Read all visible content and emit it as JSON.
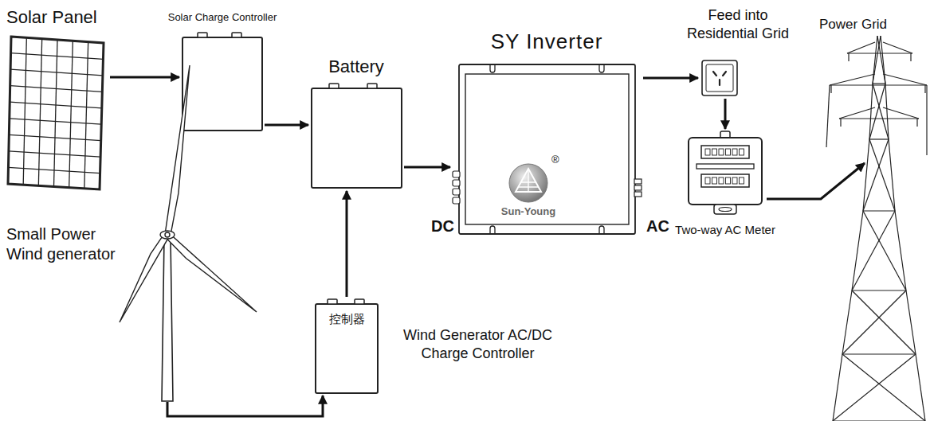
{
  "diagram": {
    "nodes": [
      {
        "text": [
          "Solar Panel"
        ]
      },
      {
        "text": [
          "Solar Charge Controller"
        ]
      },
      {
        "text": [
          "Battery"
        ]
      },
      {
        "text": [
          "SY Inverter",
          "®",
          "Sun-Young",
          "DC",
          "AC"
        ]
      },
      {
        "text": [
          "Feed into Residential Grid"
        ]
      },
      {
        "text": [
          "Two-way AC Meter"
        ]
      },
      {
        "text": [
          "Power Grid"
        ]
      },
      {
        "text": [
          "Small Power Wind generator"
        ]
      },
      {
        "text": [
          "控制器",
          "Wind Generator AC/DC Charge Controller"
        ]
      }
    ],
    "edges": [
      {
        "from": 0,
        "to": 1,
        "arrow": "to"
      },
      {
        "from": 1,
        "to": 2,
        "arrow": "to"
      },
      {
        "from": 2,
        "to": 3,
        "arrow": "to"
      },
      {
        "from": 3,
        "to": 4,
        "arrow": "to"
      },
      {
        "from": 4,
        "to": 5,
        "arrow": "to"
      },
      {
        "from": 5,
        "to": 6,
        "arrow": "to"
      },
      {
        "from": 7,
        "to": 8,
        "arrow": "to"
      },
      {
        "from": 8,
        "to": 2,
        "arrow": "to"
      }
    ]
  }
}
